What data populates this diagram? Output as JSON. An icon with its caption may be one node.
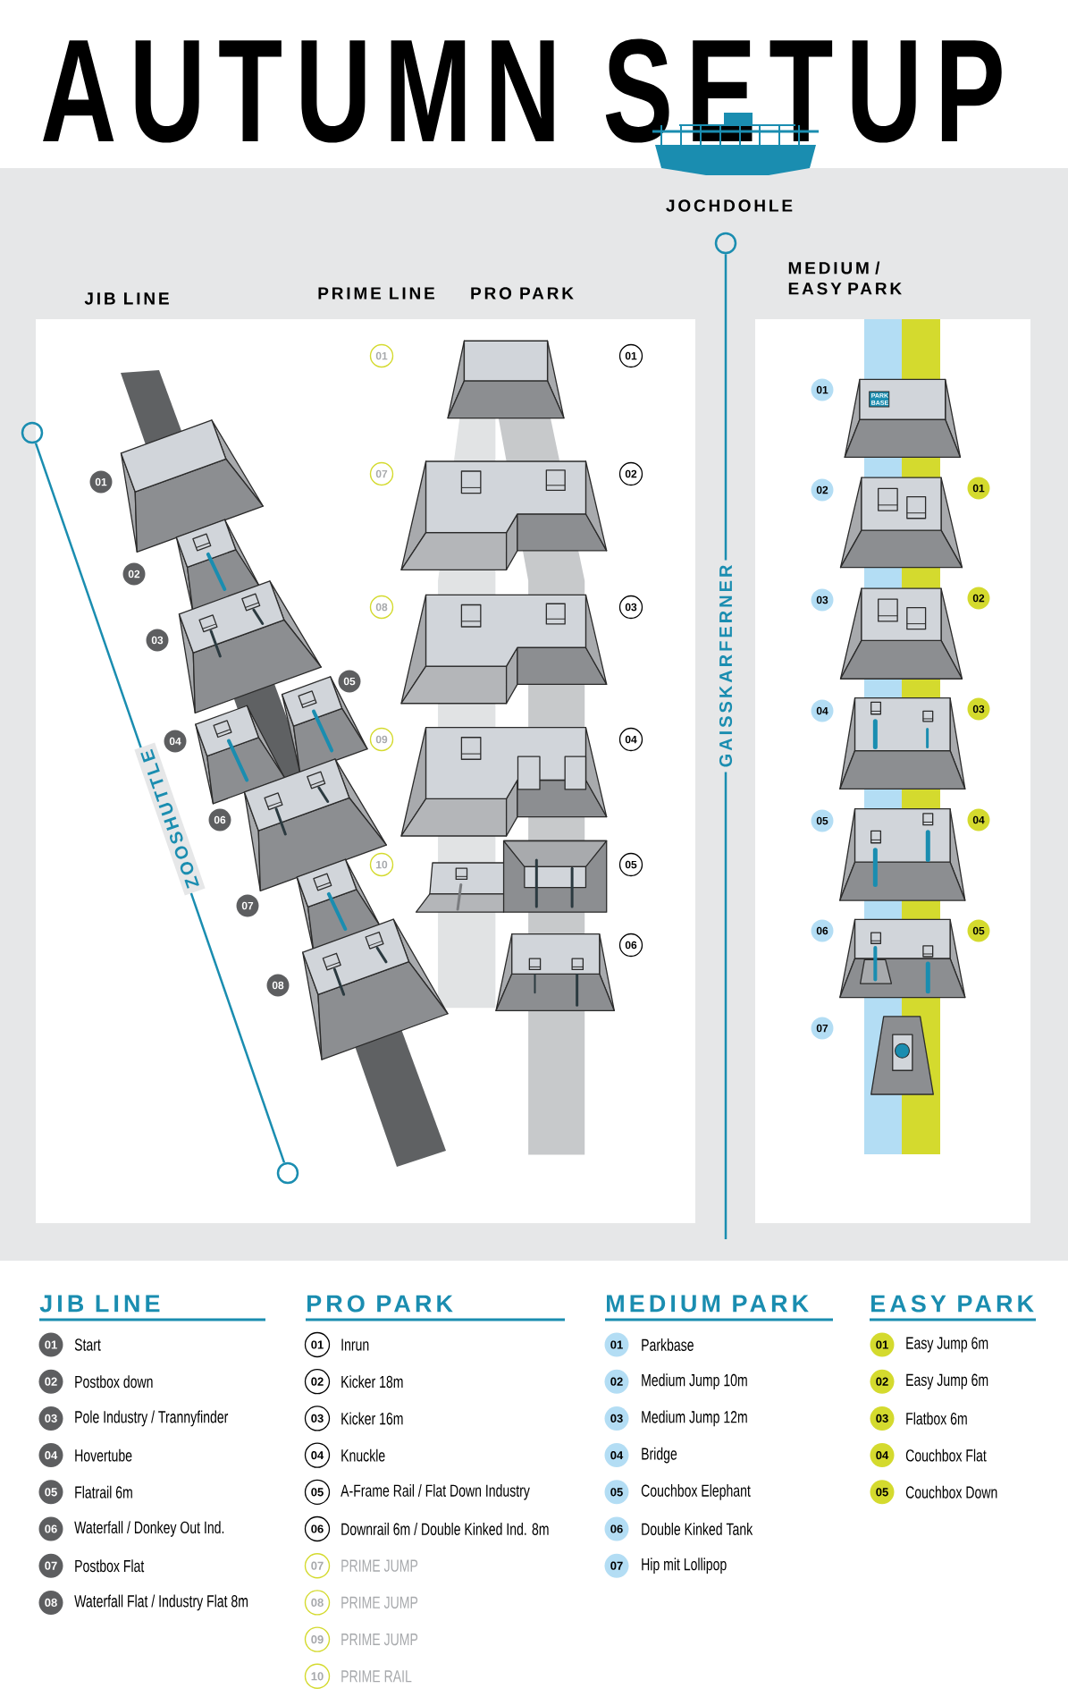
{
  "diagram": {
    "title": "AUTUMN SETUP",
    "nodes": [
      {
        "text": [],
        "shape": "circle"
      },
      {
        "text": [],
        "shape": "circle"
      },
      {
        "text": [],
        "shape": "circle"
      }
    ],
    "edges": [
      {
        "from": 0,
        "to": 1,
        "arrow": "none",
        "label": "ZOOSHUTTLE"
      },
      {
        "from": 2,
        "to": null,
        "arrow": "none",
        "label": "GAISSKARFERNER"
      }
    ],
    "labels": [
      "JOCHDOHLE",
      "JIB LINE",
      "PRIME LINE",
      "PRO PARK",
      "MEDIUM / EASY PARK",
      "01",
      "02",
      "03",
      "04",
      "05",
      "06",
      "07",
      "08",
      "01",
      "07",
      "08",
      "09",
      "10",
      "01",
      "02",
      "03",
      "04",
      "05",
      "06",
      "01",
      "02",
      "03",
      "04",
      "05",
      "06",
      "07",
      "01",
      "02",
      "03",
      "04",
      "05",
      "PARK BASE",
      "JIB LINE",
      "01",
      "Start",
      "02",
      "Postbox down",
      "03",
      "Pole Industry / Trannyfinder",
      "04",
      "Hovertube",
      "05",
      "Flatrail 6m",
      "06",
      "Waterfall / Donkey Out Ind.",
      "07",
      "Postbox Flat",
      "08",
      "Waterfall Flat / Industry Flat 8m",
      "PRO PARK",
      "01",
      "Inrun",
      "02",
      "Kicker 18m",
      "03",
      "Kicker 16m",
      "04",
      "Knuckle",
      "05",
      "A-Frame Rail / Flat Down Industry",
      "06",
      "Downrail 6m / Double Kinked Ind. 8m",
      "07",
      "PRIME JUMP",
      "08",
      "PRIME JUMP",
      "09",
      "PRIME JUMP",
      "10",
      "PRIME RAIL",
      "MEDIUM PARK",
      "01",
      "Parkbase",
      "02",
      "Medium Jump 10m",
      "03",
      "Medium Jump 12m",
      "04",
      "Bridge",
      "05",
      "Couchbox Elephant",
      "06",
      "Double Kinked Tank",
      "07",
      "Hip mit Lollipop",
      "EASY PARK",
      "01",
      "Easy Jump 6m",
      "02",
      "Easy Jump 6m",
      "03",
      "Flatbox 6m",
      "04",
      "Couchbox Flat",
      "05",
      "Couchbox Down"
    ]
  }
}
